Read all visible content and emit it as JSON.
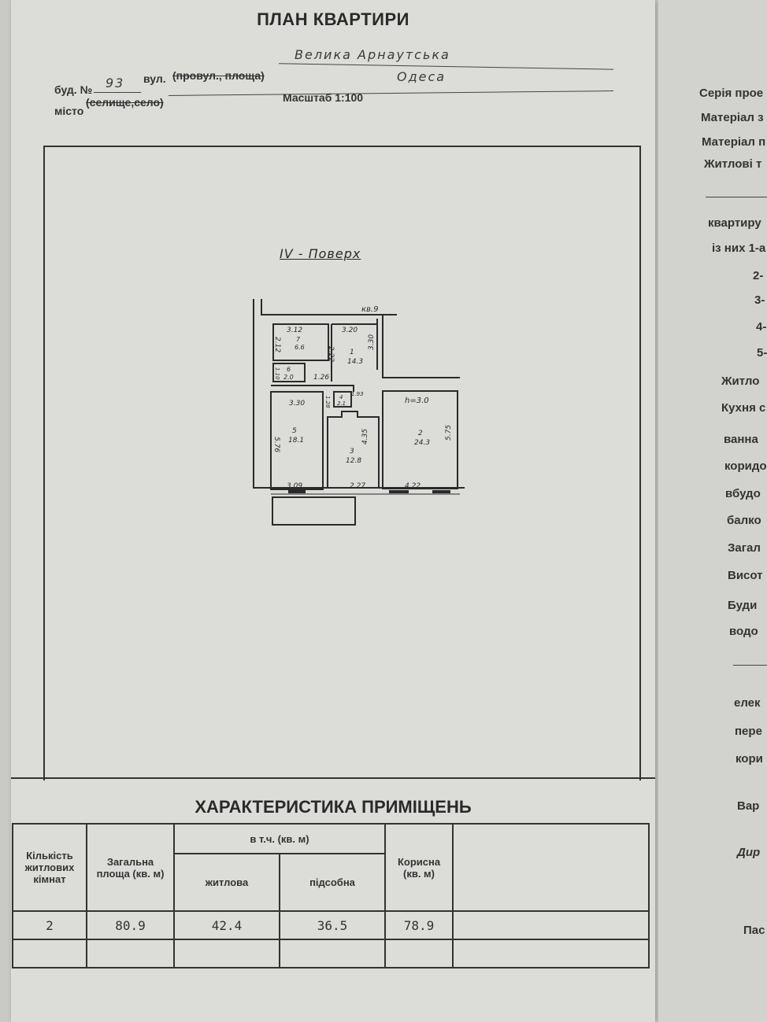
{
  "header": {
    "title": "ПЛАН КВАРТИРИ",
    "building_label": "буд. №",
    "building_number": "93",
    "street_label": "вул.",
    "street_struck": "(провул., площа)",
    "street_value": "Велика Арнаутська",
    "city_label": "місто",
    "city_struck": "(селище,село)",
    "city_value": "Одеса",
    "scale": "Масштаб 1:100"
  },
  "plan": {
    "floor": "IV - Поверх",
    "apartment": "кв.9",
    "ceiling_height": "h=3.0",
    "rooms": [
      {
        "num": "1",
        "area": "14.3"
      },
      {
        "num": "2",
        "area": "24.3"
      },
      {
        "num": "3",
        "area": "12.8"
      },
      {
        "num": "4",
        "area": "2.1"
      },
      {
        "num": "5",
        "area": "18.1"
      },
      {
        "num": "6",
        "area": "2.0"
      },
      {
        "num": "7",
        "area": "6.6"
      }
    ],
    "dimensions": [
      "3.12",
      "2.12",
      "2.22",
      "3.20",
      "3.30",
      "1.10",
      "1.26",
      "3.30",
      "1.28",
      "1.93",
      "5.76",
      "4.35",
      "5.75",
      "3.09",
      "2.27",
      "4.22"
    ]
  },
  "characteristics": {
    "title": "ХАРАКТЕРИСТИКА ПРИМІЩЕНЬ",
    "headers": {
      "rooms": "Кількість житлових кімнат",
      "total": "Загальна площа (кв. м)",
      "including": "в т.ч. (кв. м)",
      "living": "житлова",
      "auxiliary": "підсобна",
      "useful": "Корисна (кв. м)"
    },
    "values": {
      "rooms": "2",
      "total": "80.9",
      "living": "42.4",
      "auxiliary": "36.5",
      "useful": "78.9"
    }
  },
  "right_page": {
    "lines": [
      "Серія прое",
      "Матеріал з",
      "Матеріал п",
      "Житлові т",
      "квартиру",
      "із них 1-а",
      "2-",
      "3-",
      "4-",
      "5-",
      "Житло",
      "Кухня с",
      "ванна",
      "коридо",
      "вбудо",
      "балко",
      "Загал",
      "Висот",
      "Буди",
      "водо",
      "елек",
      "пере",
      "кори",
      "Вар",
      "Дир",
      "Пас"
    ]
  }
}
